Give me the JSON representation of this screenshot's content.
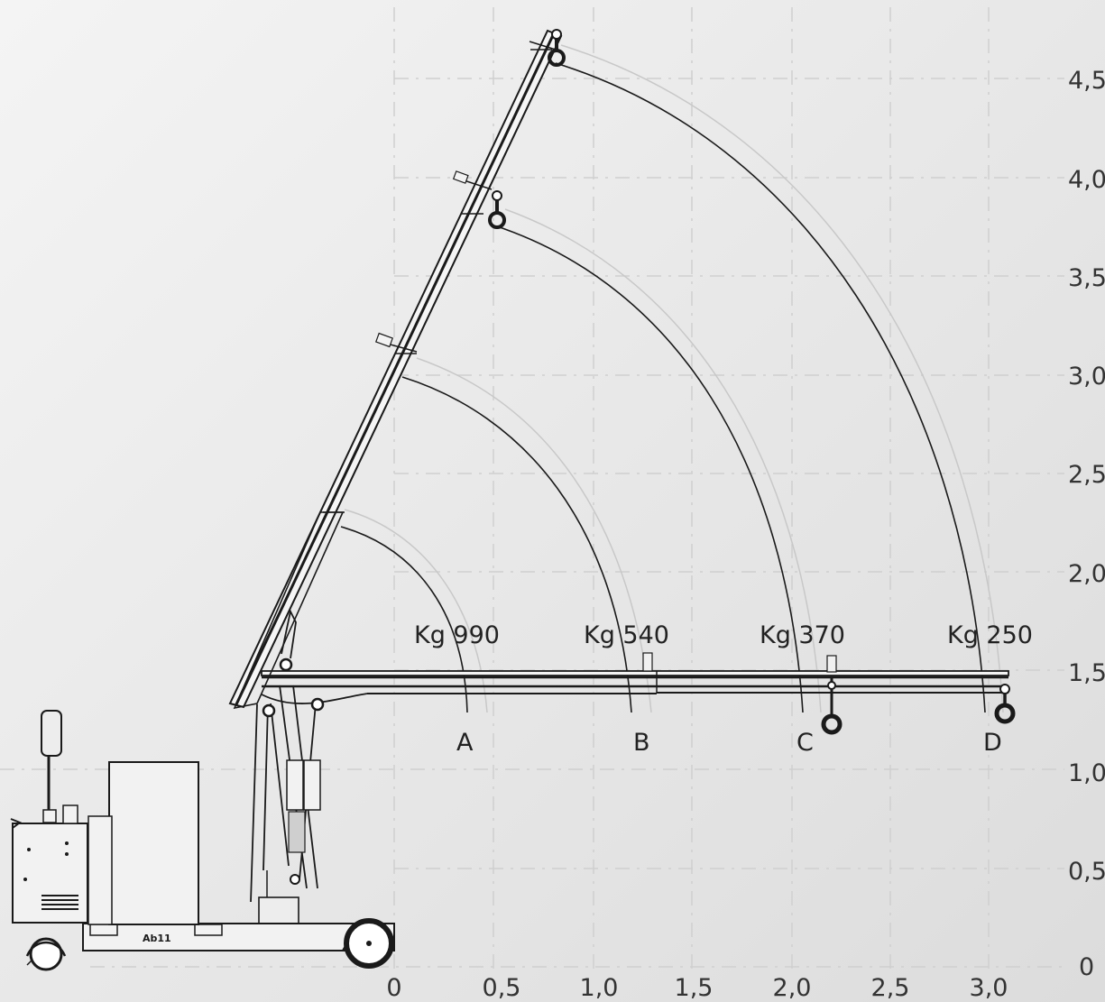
{
  "x_ticks": [
    "0",
    "0,5",
    "1,0",
    "1,5",
    "2,0",
    "2,5",
    "3,0"
  ],
  "y_ticks": [
    "0",
    "0,5",
    "1,0",
    "1,5",
    "2,0",
    "2,5",
    "3,0",
    "3,5",
    "4,0",
    "4,5"
  ],
  "positions": [
    {
      "letter": "A",
      "load": "Kg 990"
    },
    {
      "letter": "B",
      "load": "Kg 540"
    },
    {
      "letter": "C",
      "load": "Kg 370"
    },
    {
      "letter": "D",
      "load": "Kg 250"
    }
  ],
  "chassis_mark": "Ab11",
  "colors": {
    "ink": "#1a1a1a",
    "grid": "#cfcfcf",
    "ghost": "#c8c8c8"
  }
}
